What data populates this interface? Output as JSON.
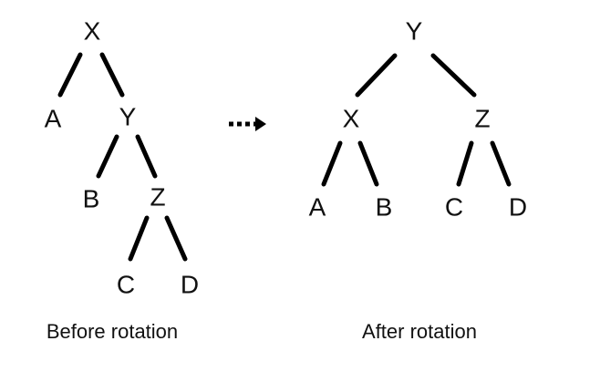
{
  "before": {
    "caption": "Before rotation",
    "nodes": {
      "x": "X",
      "a": "A",
      "y": "Y",
      "b": "B",
      "z": "Z",
      "c": "C",
      "d": "D"
    }
  },
  "after": {
    "caption": "After rotation",
    "nodes": {
      "y": "Y",
      "x": "X",
      "z": "Z",
      "a": "A",
      "b": "B",
      "c": "C",
      "d": "D"
    }
  }
}
